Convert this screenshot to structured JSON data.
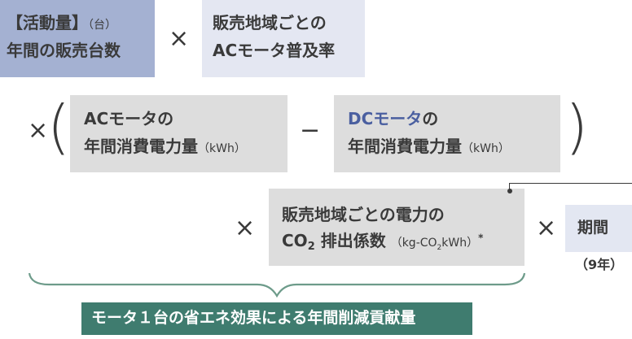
{
  "row1": {
    "activity_line1_bracket": "【活動量】",
    "activity_line1_unit": "（台）",
    "activity_line2": "年間の販売台数",
    "times": "×",
    "ac_line1": "販売地域ごとの",
    "ac_line2": "ACモータ普及率"
  },
  "row2": {
    "times": "×",
    "open_paren": "(",
    "ac_line1": "ACモータの",
    "ac_line2": "年間消費電力量",
    "ac_unit": "（kWh）",
    "minus": "−",
    "dc_line1_highlight": "DCモータ",
    "dc_line1_rest": "の",
    "dc_line2": "年間消費電力量",
    "dc_unit": "（kWh）",
    "close_paren": ")"
  },
  "row3": {
    "times1": "×",
    "ef_line1": "販売地域ごとの電力の",
    "ef_co": "CO",
    "ef_sub2": "2",
    "ef_rest": " 排出係数",
    "ef_unit_a": "（kg-CO",
    "ef_unit_sub": "2",
    "ef_unit_b": "kWh）",
    "ef_star": "*",
    "times2": "×",
    "period_label": "期間",
    "period_note": "（9年）"
  },
  "result": {
    "label": "モータ１台の省エネ効果による年間削減貢献量"
  },
  "colors": {
    "activity_box": "#a4b1d2",
    "light_box": "#e4e7f2",
    "gray_box": "#dddddd",
    "period_box": "#e3e7f2",
    "result_box": "#3f7c6f",
    "accent_blue": "#4a5fa0",
    "brace": "#6d9b8a"
  }
}
